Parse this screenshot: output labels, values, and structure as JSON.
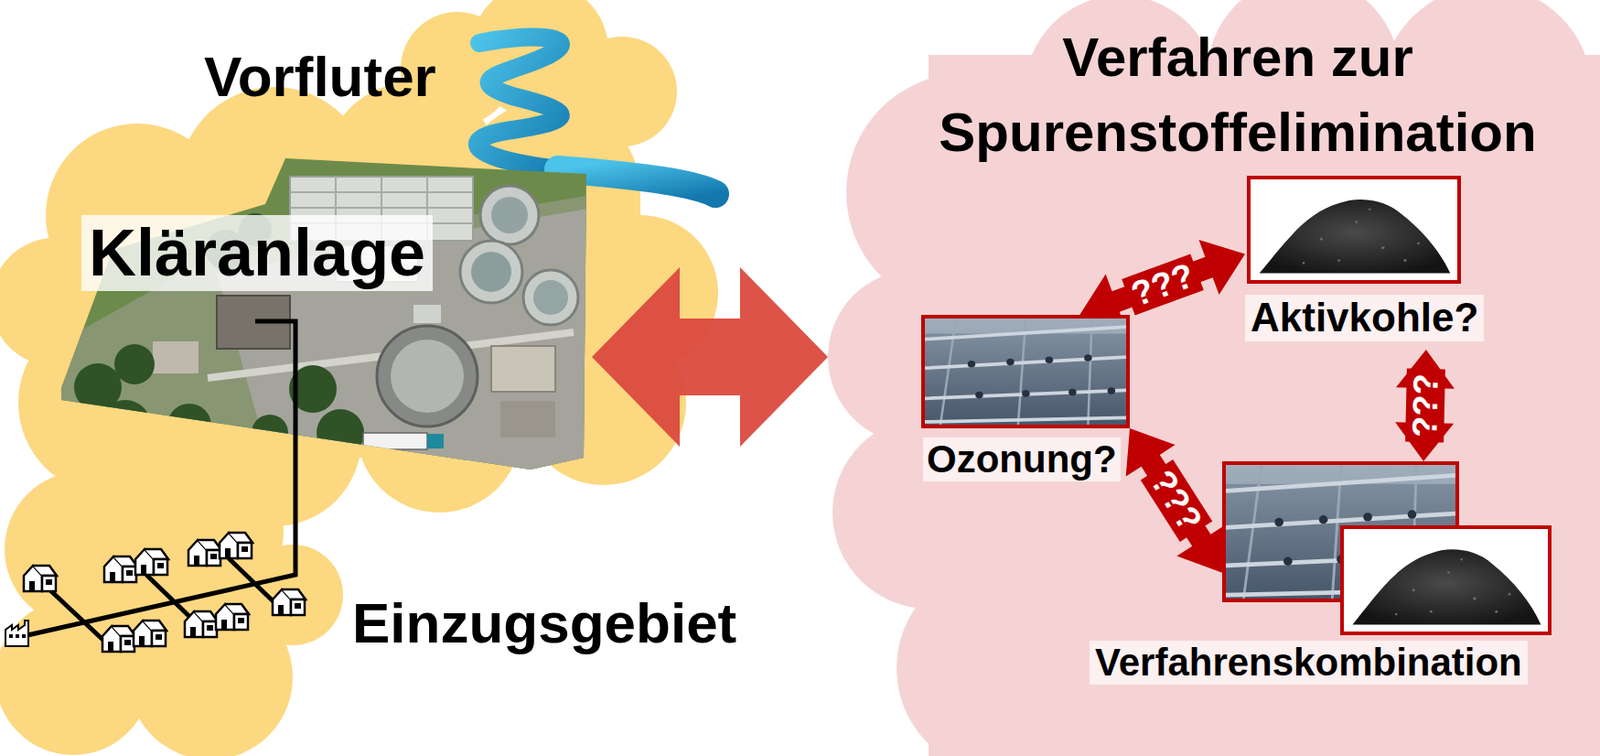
{
  "diagram": {
    "nodes": [
      {
        "text": [
          "Vorfluter"
        ]
      },
      {
        "text": [
          "Kläranlage"
        ]
      },
      {
        "text": [
          "Einzugsgebiet"
        ]
      },
      {
        "text": [
          "Verfahren zur Spurenstoffelimination"
        ]
      },
      {
        "text": [
          "Ozonung?"
        ],
        "in": 3
      },
      {
        "text": [
          "Aktivkohle?"
        ],
        "in": 3
      },
      {
        "text": [
          "Verfahrenskombination"
        ],
        "in": 3
      }
    ],
    "edges": [
      {
        "from": 2,
        "to": 1,
        "arrow": "none"
      },
      {
        "from": 1,
        "to": 3,
        "arrow": "both"
      },
      {
        "from": 4,
        "to": 5,
        "label": "???",
        "arrow": "both"
      },
      {
        "from": 5,
        "to": 6,
        "label": "???",
        "arrow": "both"
      },
      {
        "from": 4,
        "to": 6,
        "label": "???",
        "arrow": "both"
      }
    ]
  }
}
